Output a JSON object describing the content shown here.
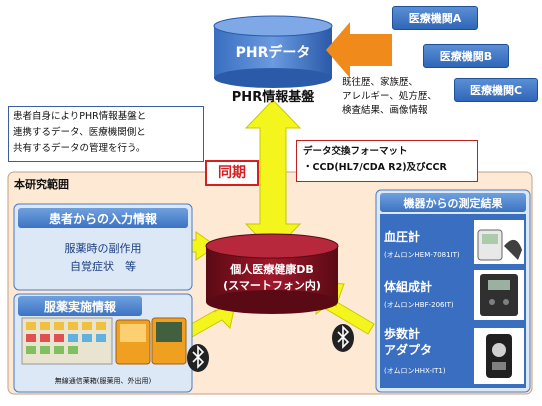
{
  "phr_db_label": "PHRデータ",
  "phr_platform_label": "PHR情報基盤",
  "institutions": [
    "医療機関A",
    "医療機関B",
    "医療機関C"
  ],
  "data_types": "既往歴、家族歴、\nアレルギー、処方歴、\n検査結果、画像情報",
  "description": "患者自身によりPHR情報基盤と\n連携するデータ、医療機関側と\n共有するデータの管理を行う。",
  "sync_label": "同期",
  "format_box": "データ交換フォーマット\n・CCD(HL7/CDA R2)及びCCR",
  "research_scope": "本研究範囲",
  "patient_input": {
    "title": "患者からの入力情報",
    "content": "服薬時の副作用\n自覚症状　等"
  },
  "medication": {
    "title": "服薬実施情報",
    "caption": "無線通信薬箱(服薬用、外出用)"
  },
  "personal_db": "個人医療健康DB\n(スマートフォン内)",
  "devices": {
    "title": "機器からの測定結果",
    "items": [
      {
        "name": "血圧計",
        "model": "(オムロンHEM-7081IT)"
      },
      {
        "name": "体組成計",
        "model": "(オムロンHBF-206IT)"
      },
      {
        "name": "歩数計\nアダプタ",
        "model": "(オムロンHHX-IT1)"
      }
    ]
  },
  "colors": {
    "accent_blue": "#2f66b8",
    "cylinder_dark": "#7a1020",
    "arrow_yellow": "#f5f51e",
    "arrow_orange": "#f08a1a",
    "scope_bg": "#fde9d4",
    "sync_red": "#d42020"
  },
  "icons": [
    "bluetooth-icon",
    "bluetooth-icon"
  ]
}
